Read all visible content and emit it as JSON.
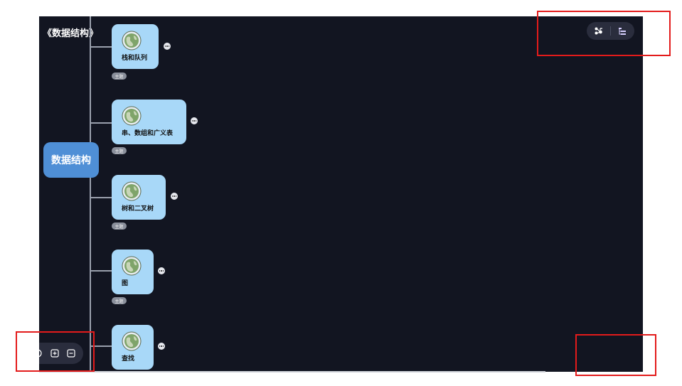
{
  "document": {
    "title": "《数据结构》"
  },
  "mindmap": {
    "central_topic": "数据结构",
    "topics": [
      {
        "label": "栈和队列",
        "tag": "主题"
      },
      {
        "label": "串、数组和广义表",
        "tag": "主题"
      },
      {
        "label": "树和二叉树",
        "tag": "主题"
      },
      {
        "label": "图",
        "tag": "主题"
      },
      {
        "label": "查找"
      }
    ]
  },
  "toolbar": {
    "icons": [
      "layout-icon",
      "outline-icon"
    ]
  },
  "zoom": {
    "icons": [
      "fit-icon",
      "zoom-in-icon",
      "zoom-out-icon"
    ]
  },
  "colors": {
    "canvas": "#121521",
    "central": "#4f8fd6",
    "topic": "#a8d8f8",
    "annotation": "#e31b1b"
  }
}
